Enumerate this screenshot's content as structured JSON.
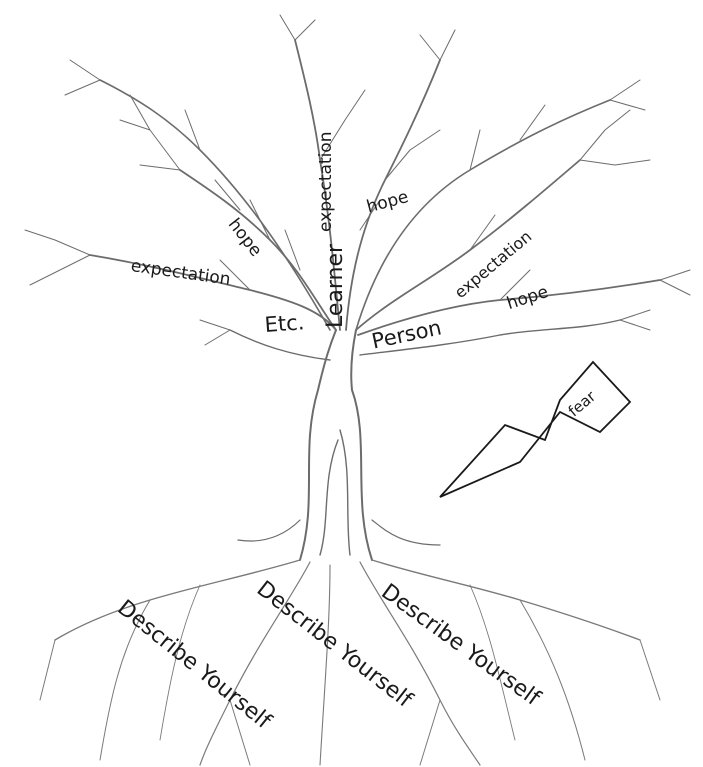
{
  "labels": {
    "learner": "Learner",
    "expectation_top": "expectation",
    "hope_center": "hope",
    "hope_left": "hope",
    "expectation_left": "expectation",
    "etc": "Etc.",
    "person": "Person",
    "expectation_right": "expectation",
    "hope_right": "hope",
    "fear": "fear",
    "root_left": "Describe Yourself",
    "root_center": "Describe Yourself",
    "root_right": "Describe Yourself"
  },
  "colors": {
    "ink": "#1a1a1a",
    "line": "#6c6c6c"
  }
}
